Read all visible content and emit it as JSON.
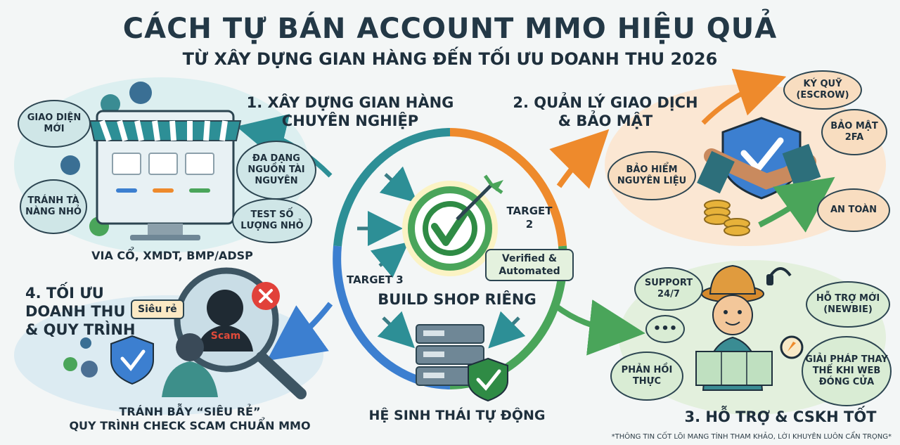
{
  "header": {
    "title": "CÁCH TỰ BÁN ACCOUNT MMO HIỆU QUẢ",
    "subtitle": "TỪ XÂY DỰNG GIAN HÀNG ĐẾN TỐI ƯU DOANH THU 2026"
  },
  "section1": {
    "title_line1": "1. XÂY DỰNG GIAN HÀNG",
    "title_line2": "CHUYÊN NGHIỆP",
    "bubble_new_ui": "GIAO DIỆN MỚI",
    "bubble_avoid": "TRÁNH TÀ NÀNG NHỎ",
    "bubble_diverse": "ĐA DẠNG NGUỒN TÀI NGUYÊN",
    "bubble_test": "TEST SỐ LƯỢNG NHỎ",
    "caption": "VIA CỔ, XMDT, BMP/ADSP"
  },
  "section2": {
    "title_line1": "2. QUẢN LÝ GIAO DỊCH",
    "title_line2": "& BẢO MẬT",
    "bubble_escrow": "KÝ QUỸ (ESCROW)",
    "bubble_2fa": "BẢO MẬT 2FA",
    "bubble_insurance": "BẢO HIỂM NGUYÊN LIỆU",
    "bubble_safe": "AN TOÀN"
  },
  "section3": {
    "title": "3. HỖ TRỢ & CSKH TỐT",
    "bubble_support": "SUPPORT 24/7",
    "bubble_newbie": "HỖ TRỢ MỚI (NEWBIE)",
    "bubble_feedback": "PHẢN HỒI THỰC",
    "bubble_alt": "GIẢI PHÁP THAY THẾ KHI WEB ĐÓNG CỬA"
  },
  "section4": {
    "title_line1": "4. TỐI ƯU",
    "title_line2": "DOANH THU",
    "title_line3": "& QUY TRÌNH",
    "cheap_tag": "Siêu rẻ",
    "scam_label": "Scam",
    "caption_line1": "TRÁNH BẪY “SIÊU RẺ”",
    "caption_line2": "QUY TRÌNH CHECK SCAM CHUẨN MMO"
  },
  "center": {
    "target2": "TARGET 2",
    "target3": "TARGET 3",
    "verified": "Verified & Automated",
    "build_shop": "BUILD SHOP RIÊNG",
    "ecosystem": "HỆ SINH THÁI TỰ ĐỘNG"
  },
  "footer": {
    "note": "*THÔNG TIN CỐT LÕI MANG TÍNH THAM KHẢO, LỜI KHUYÊN LUÔN CẨN TRỌNG*"
  },
  "colors": {
    "teal": "#2d8f96",
    "orange": "#ee8a2c",
    "green": "#4aa55a",
    "blue": "#3c7fd0",
    "navy": "#1e2f3c"
  }
}
